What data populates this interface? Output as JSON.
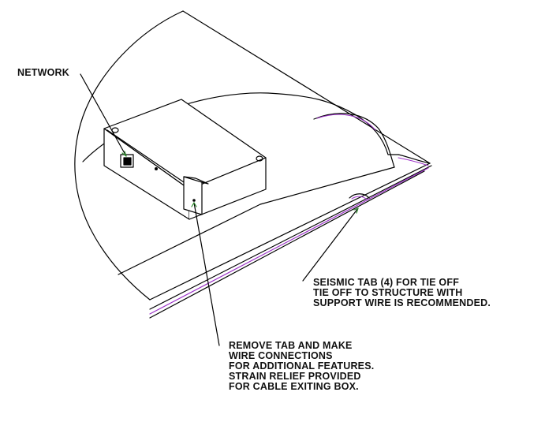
{
  "labels": {
    "network": "NETWORK",
    "seismic_tab": [
      "SEISMIC TAB (4) FOR TIE OFF",
      "TIE OFF TO STRUCTURE WITH",
      "SUPPORT WIRE IS RECOMMENDED."
    ],
    "remove_tab": [
      "REMOVE TAB AND MAKE",
      "WIRE CONNECTIONS",
      "FOR ADDITIONAL FEATURES.",
      "STRAIN RELIEF PROVIDED",
      "FOR CABLE EXITING BOX."
    ]
  },
  "colors": {
    "line": "#000000",
    "accent": "#9b30c8"
  }
}
